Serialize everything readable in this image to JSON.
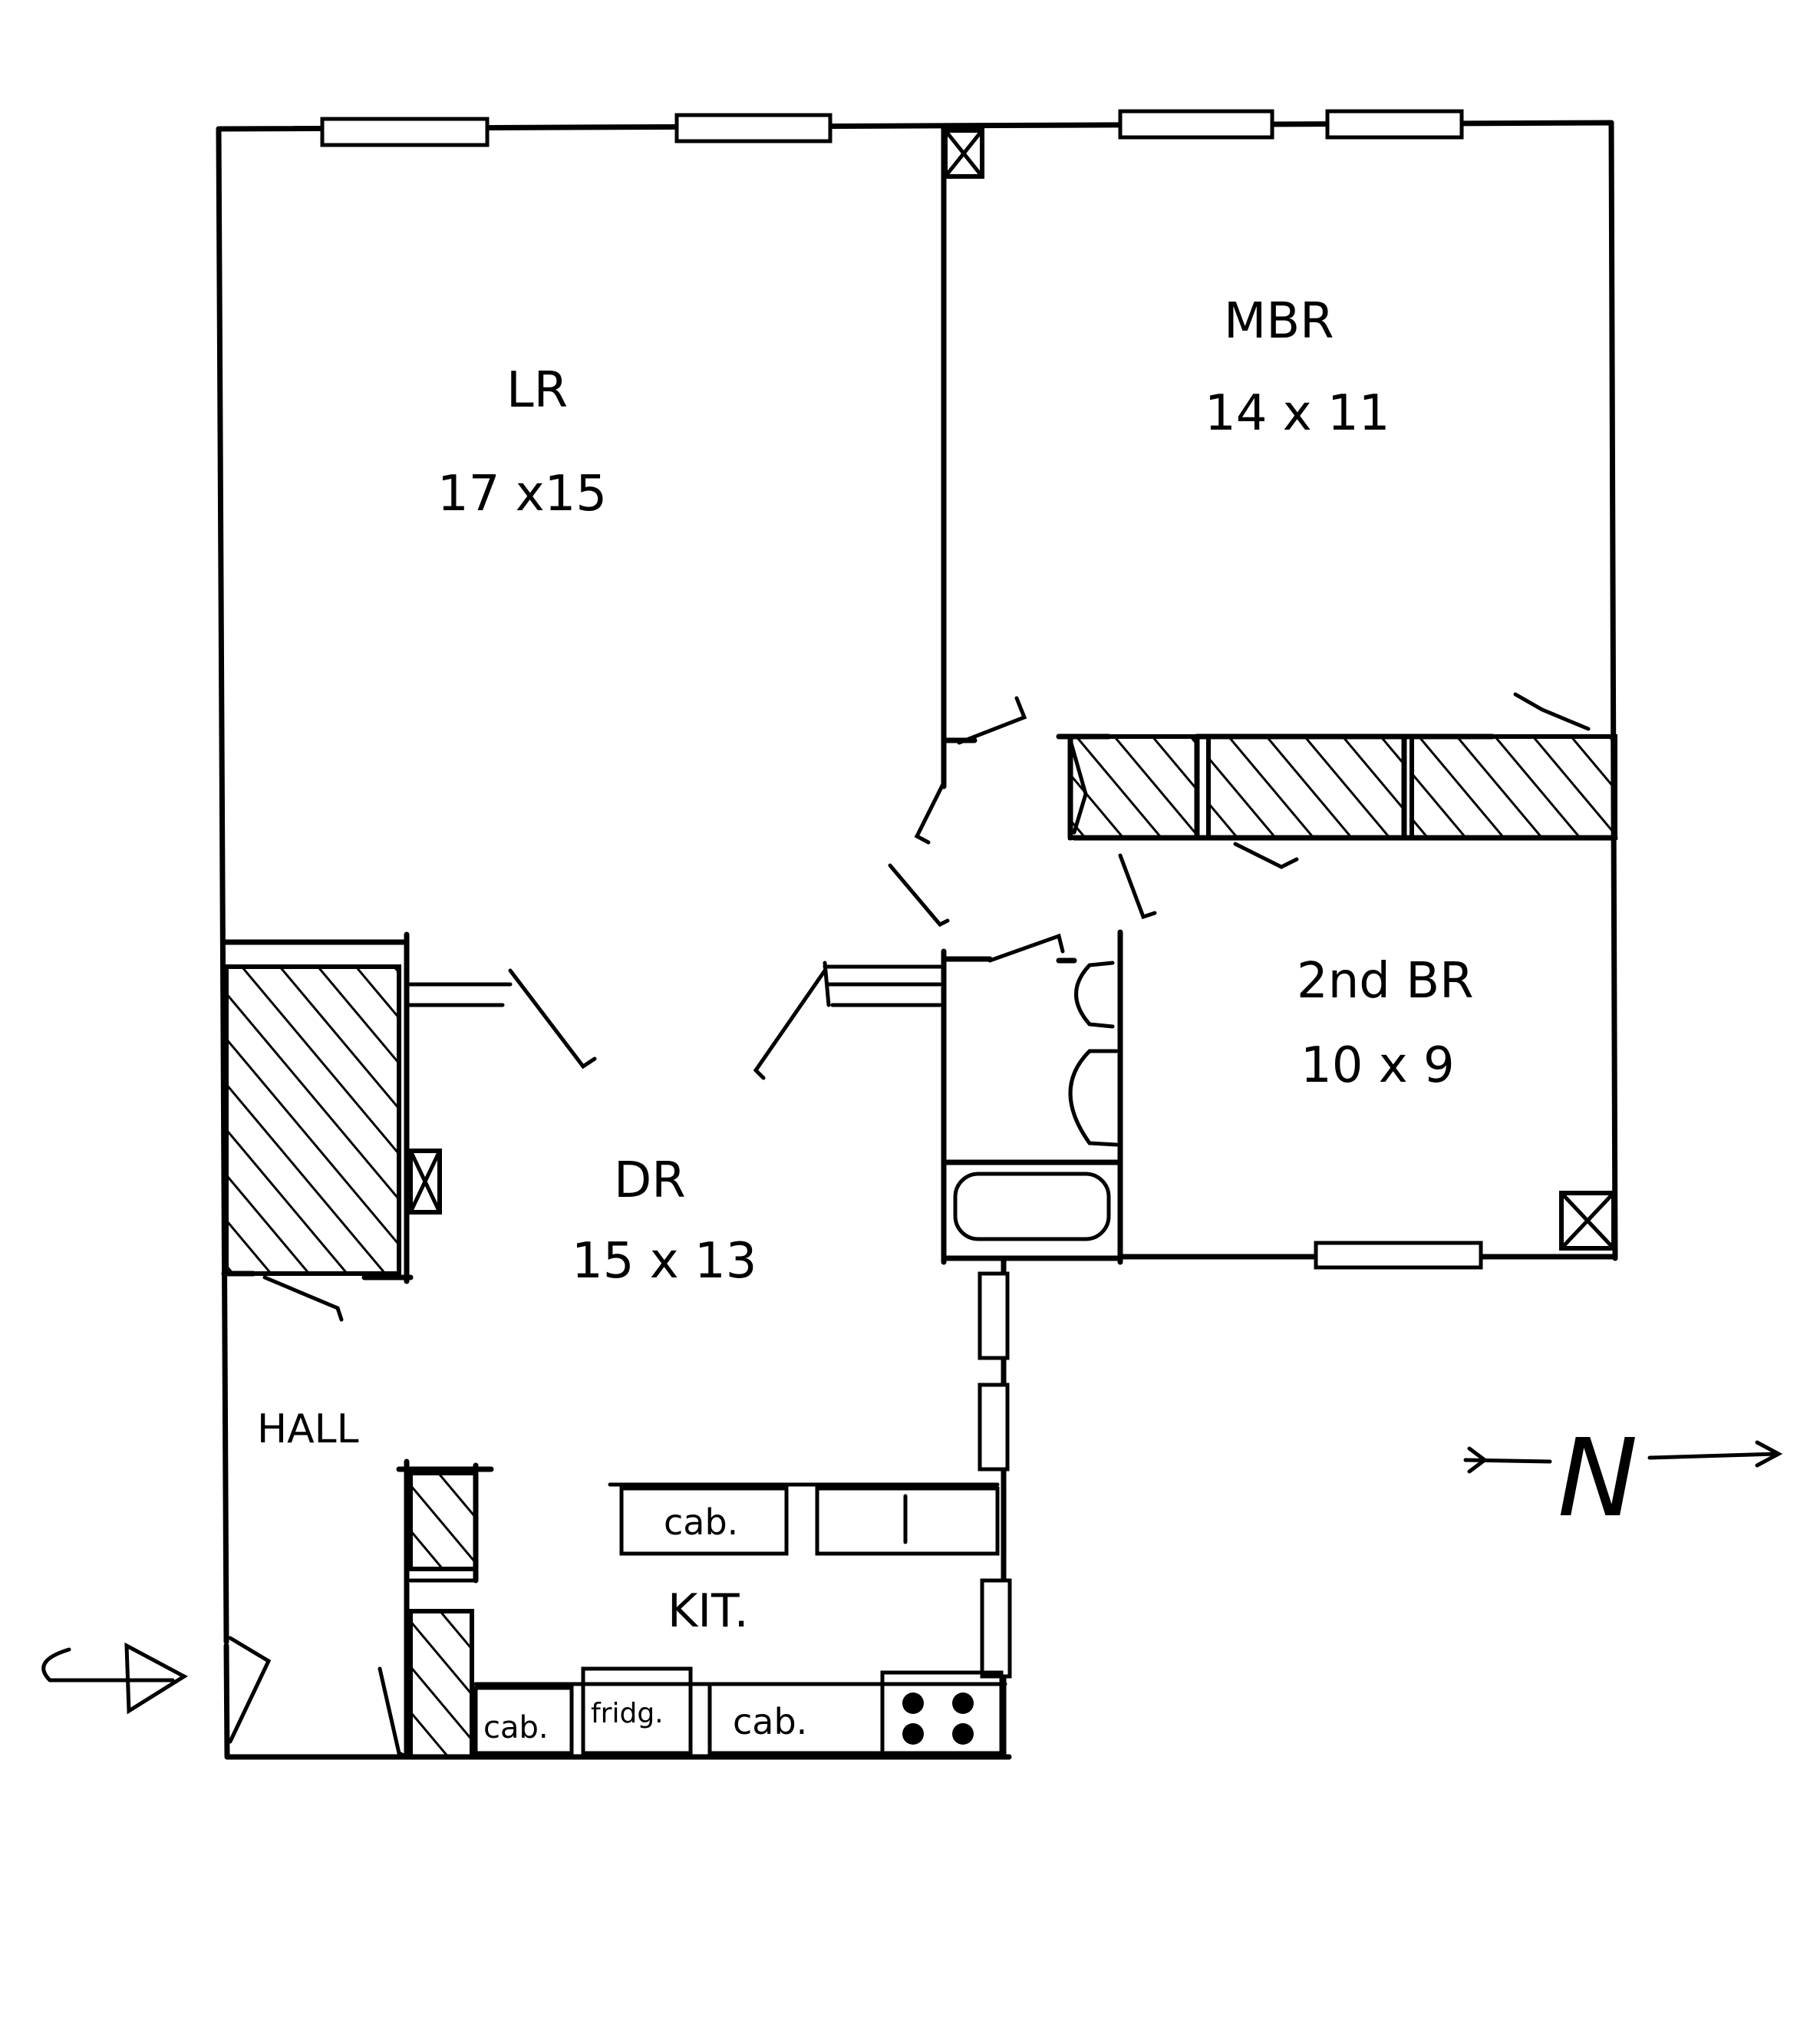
{
  "rooms": {
    "living": {
      "name": "LR",
      "size": "17 x15"
    },
    "master_bedroom": {
      "name": "MBR",
      "size": "14 x 11"
    },
    "second_bedroom": {
      "name": "2nd BR",
      "size": "10 x 9"
    },
    "dining": {
      "name": "DR",
      "size": "15 x 13"
    },
    "hall": {
      "name": "HALL"
    },
    "kitchen": {
      "name": "KIT."
    }
  },
  "fixtures": {
    "cab_upper": "cab.",
    "cab_lower_left": "cab.",
    "fridge": "fridg.",
    "cab_lower_right": "cab."
  },
  "north_label": "N"
}
